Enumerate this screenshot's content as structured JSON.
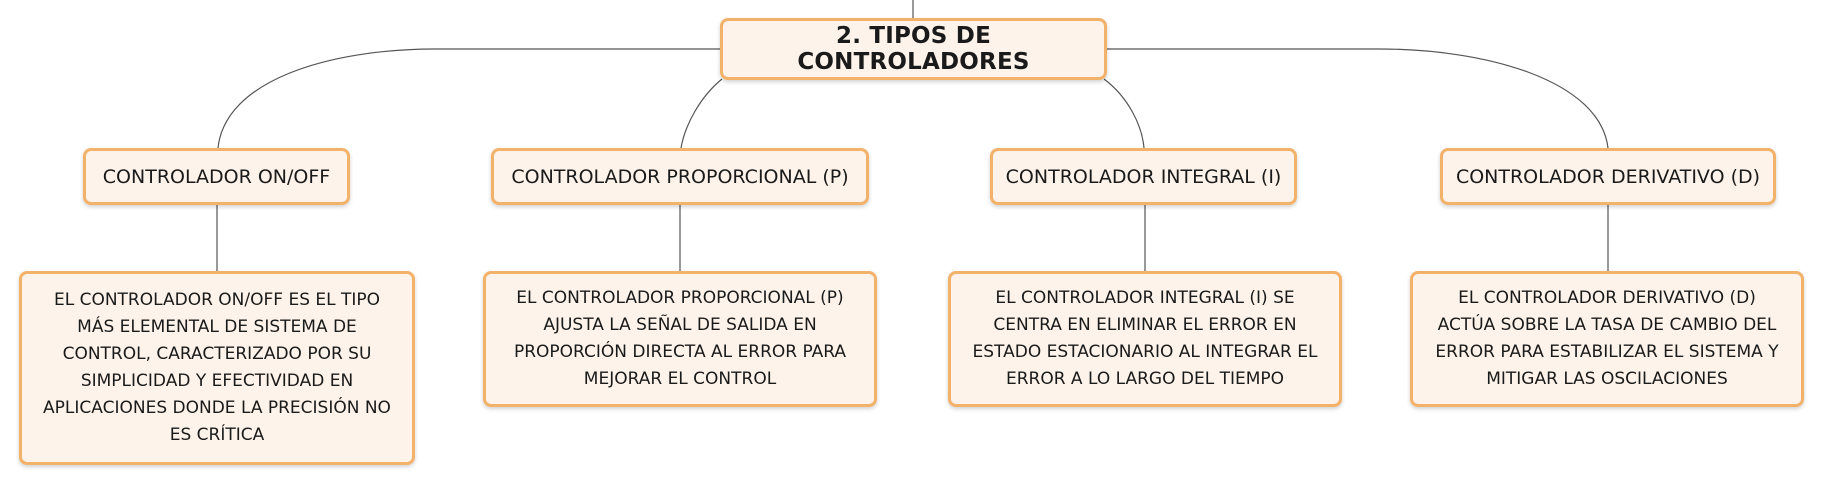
{
  "diagram": {
    "root": {
      "label": "2. TIPOS DE CONTROLADORES"
    },
    "categories": [
      {
        "label": "CONTROLADOR ON/OFF",
        "description": "EL CONTROLADOR ON/OFF ES EL TIPO MÁS ELEMENTAL DE SISTEMA DE CONTROL, CARACTERIZADO POR SU SIMPLICIDAD Y EFECTIVIDAD EN APLICACIONES DONDE LA PRECISIÓN NO ES CRÍTICA"
      },
      {
        "label": "CONTROLADOR PROPORCIONAL (P)",
        "description": "EL CONTROLADOR PROPORCIONAL (P) AJUSTA LA SEÑAL DE SALIDA EN PROPORCIÓN DIRECTA AL ERROR PARA MEJORAR EL CONTROL"
      },
      {
        "label": "CONTROLADOR INTEGRAL (I)",
        "description": "EL CONTROLADOR INTEGRAL (I) SE CENTRA EN ELIMINAR EL ERROR EN ESTADO ESTACIONARIO AL INTEGRAR EL ERROR A LO LARGO DEL TIEMPO"
      },
      {
        "label": "CONTROLADOR DERIVATIVO (D)",
        "description": "EL CONTROLADOR DERIVATIVO (D) ACTÚA SOBRE LA TASA DE CAMBIO DEL ERROR PARA ESTABILIZAR EL SISTEMA Y MITIGAR LAS OSCILACIONES"
      }
    ]
  },
  "colors": {
    "node_fill": "#fdf3ea",
    "node_border": "#f3b26a",
    "connector": "#555555"
  }
}
